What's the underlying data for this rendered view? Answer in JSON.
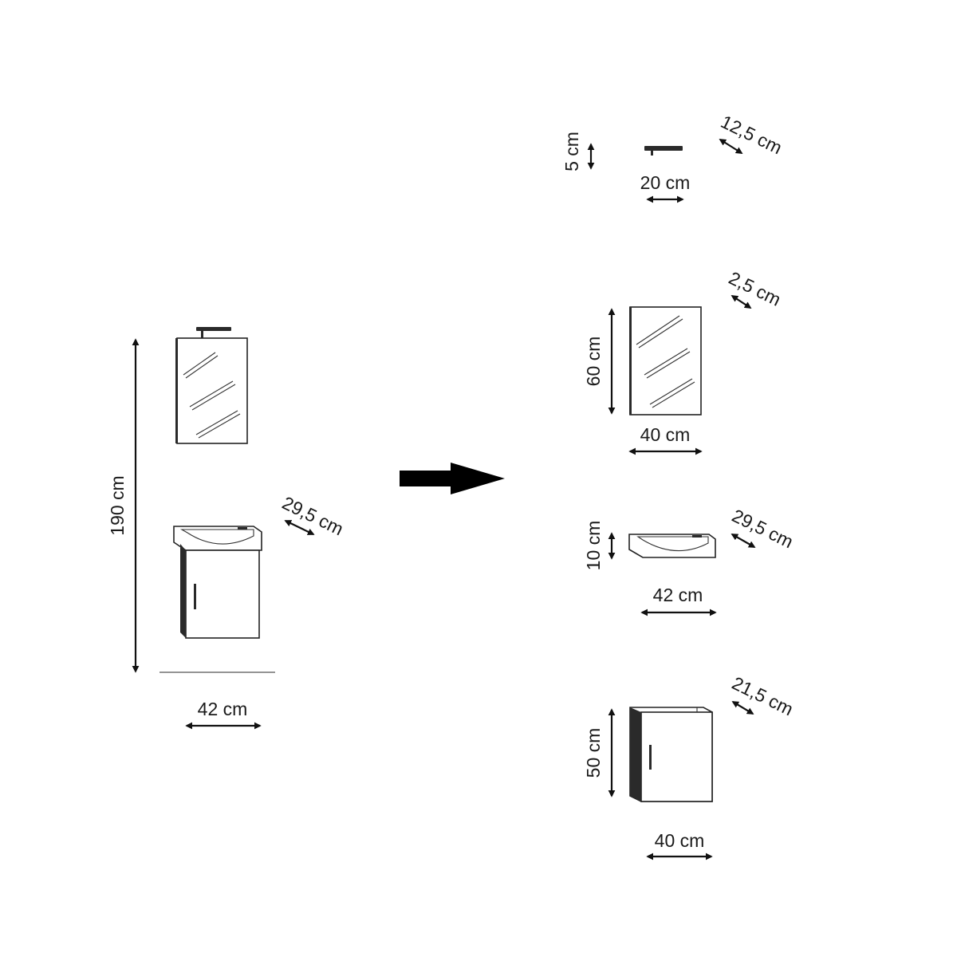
{
  "assembled": {
    "height_label": "190 cm",
    "width_label": "42 cm",
    "depth_label": "29,5 cm"
  },
  "parts": {
    "lamp": {
      "height_label": "5 cm",
      "width_label": "20 cm",
      "depth_label": "12,5 cm"
    },
    "mirror": {
      "height_label": "60 cm",
      "width_label": "40 cm",
      "depth_label": "2,5 cm"
    },
    "basin": {
      "height_label": "10 cm",
      "width_label": "42 cm",
      "depth_label": "29,5 cm"
    },
    "cabinet": {
      "height_label": "50 cm",
      "width_label": "40 cm",
      "depth_label": "21,5 cm"
    }
  },
  "icons": {
    "transition": "right-arrow-icon"
  }
}
